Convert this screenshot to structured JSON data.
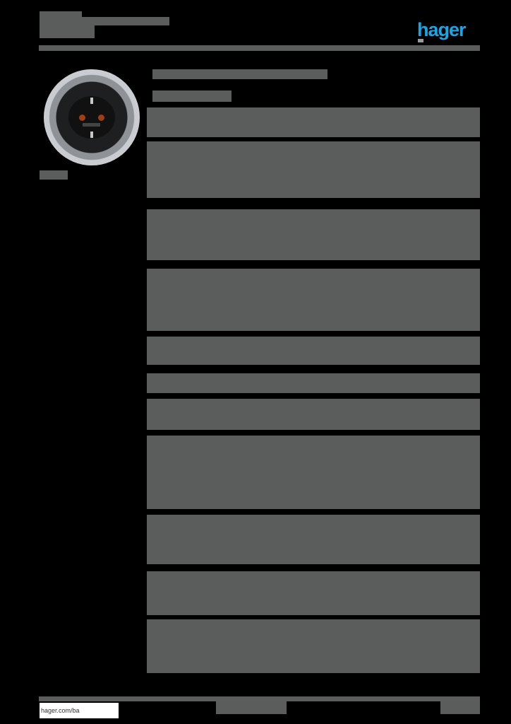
{
  "header": {
    "logo_text": "hager",
    "logo_color": "#1aa6e4",
    "title_redacted": true
  },
  "product": {
    "image": "schuko-socket-black-round",
    "caption_redacted": true
  },
  "body": {
    "heading_redacted": true,
    "subheading_redacted": true,
    "sections_redacted": true
  },
  "footer": {
    "url": "hager.com/ba",
    "page_info_redacted": true
  },
  "colors": {
    "redaction_gray": "#5b5c5c",
    "background": "#000000",
    "brand_blue": "#1aa6e4"
  }
}
